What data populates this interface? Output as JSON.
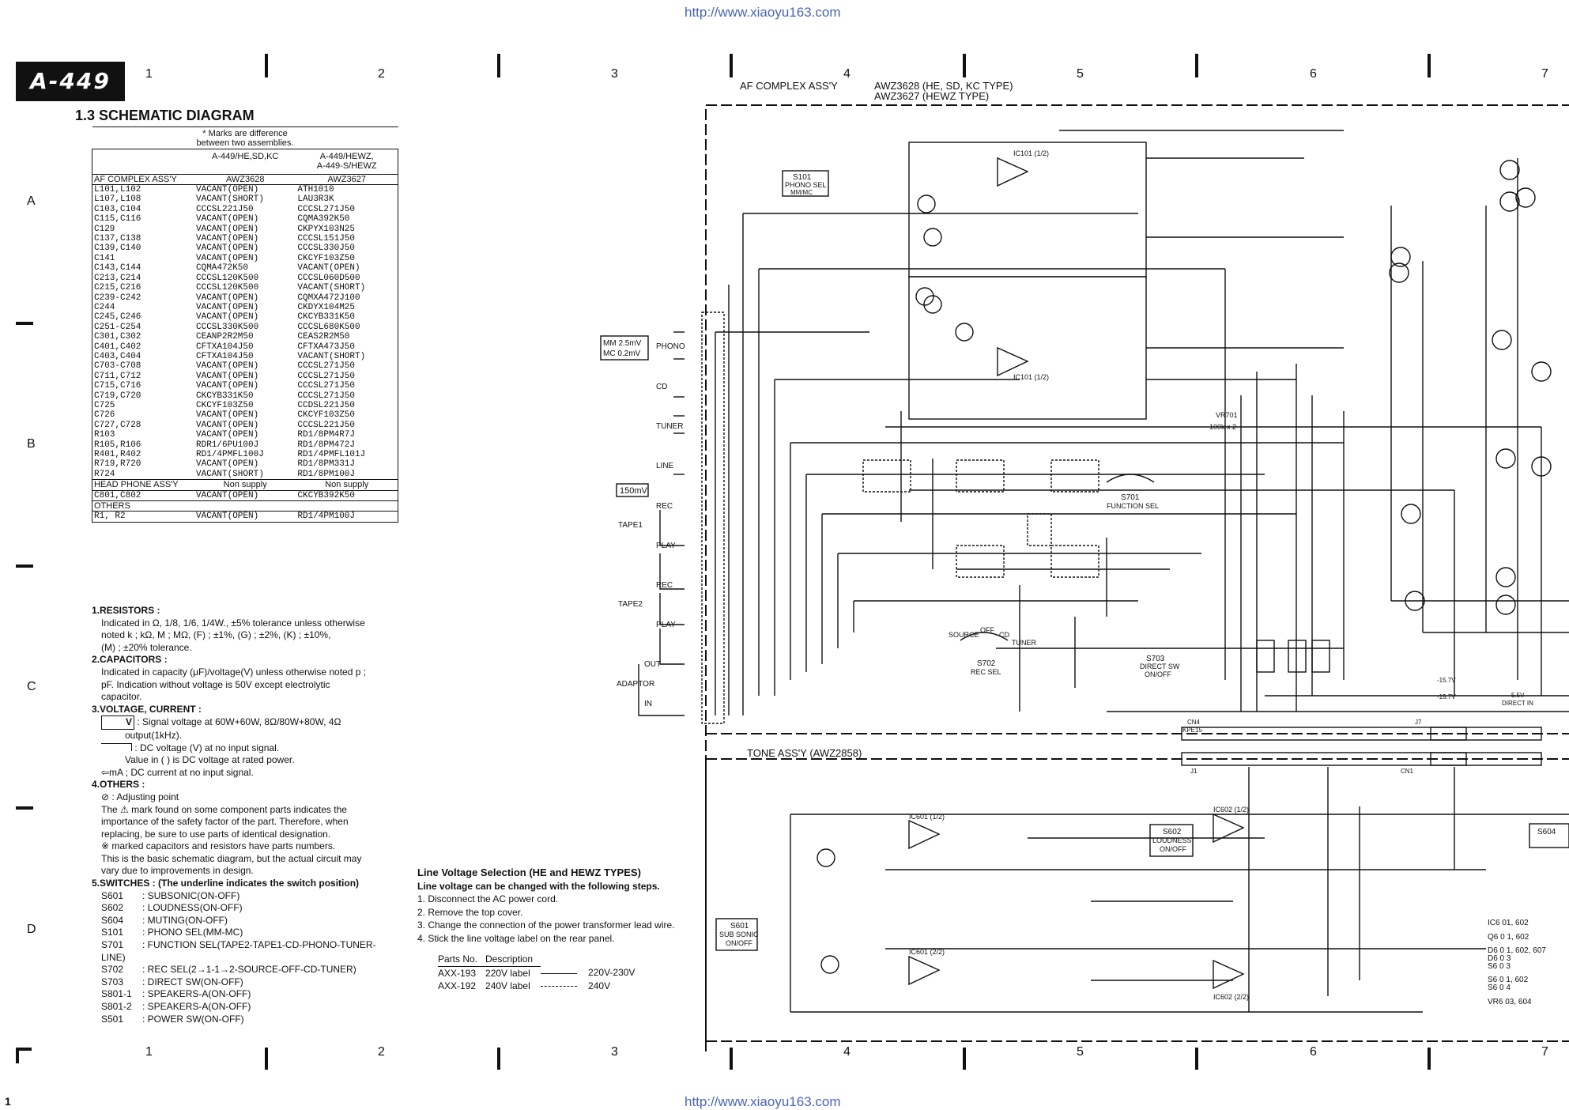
{
  "watermark_url": "http://www.xiaoyu163.com",
  "model_badge": "A-449",
  "page_number": "1",
  "column_numbers": [
    "1",
    "2",
    "3",
    "4",
    "5",
    "6",
    "7"
  ],
  "row_letters": [
    "A",
    "B",
    "C",
    "D"
  ],
  "section_title": "1.3 SCHEMATIC DIAGRAM",
  "parts_table": {
    "mark_note_line1": "* Marks are difference",
    "mark_note_line2": "between two assemblies.",
    "col1_header": "A-449/HE,SD,KC",
    "col2_header_line1": "A-449/HEWZ,",
    "col2_header_line2": "A-449-S/HEWZ",
    "sections": [
      {
        "title": "AF COMPLEX ASS'Y",
        "c1": "AWZ3628",
        "c2": "AWZ3627",
        "rows": [
          [
            "L101,L102",
            "VACANT(OPEN)",
            "ATH1010"
          ],
          [
            "L107,L108",
            "VACANT(SHORT)",
            "LAU3R3K"
          ],
          [
            "",
            "",
            ""
          ],
          [
            "C103,C104",
            "CCCSL221J50",
            "CCCSL271J50"
          ],
          [
            "C115,C116",
            "VACANT(OPEN)",
            "CQMA392K50"
          ],
          [
            "C129",
            "VACANT(OPEN)",
            "CKPYX103N25"
          ],
          [
            "C137,C138",
            "VACANT(OPEN)",
            "CCCSL151J50"
          ],
          [
            "",
            "",
            ""
          ],
          [
            "C139,C140",
            "VACANT(OPEN)",
            "CCCSL330J50"
          ],
          [
            "C141",
            "VACANT(OPEN)",
            "CKCYF103Z50"
          ],
          [
            "C143,C144",
            "CQMA472K50",
            "VACANT(OPEN)"
          ],
          [
            "C213,C214",
            "CCCSL120K500",
            "CCCSL060D500"
          ],
          [
            "C215,C216",
            "CCCSL120K500",
            "VACANT(SHORT)"
          ],
          [
            "",
            "",
            ""
          ],
          [
            "C239-C242",
            "VACANT(OPEN)",
            "CQMXA472J100"
          ],
          [
            "C244",
            "VACANT(OPEN)",
            "CKDYX104M25"
          ],
          [
            "C245,C246",
            "VACANT(OPEN)",
            "CKCYB331K50"
          ],
          [
            "C251-C254",
            "CCCSL330K500",
            "CCCSL680K500"
          ],
          [
            "C301,C302",
            "CEANP2R2M50",
            "CEAS2R2M50"
          ],
          [
            "",
            "",
            ""
          ],
          [
            "C401,C402",
            "CFTXA104J50",
            "CFTXA473J50"
          ],
          [
            "C403,C404",
            "CFTXA104J50",
            "VACANT(SHORT)"
          ],
          [
            "C703-C708",
            "VACANT(OPEN)",
            "CCCSL271J50"
          ],
          [
            "C711,C712",
            "VACANT(OPEN)",
            "CCCSL271J50"
          ],
          [
            "C715,C716",
            "VACANT(OPEN)",
            "CCCSL271J50"
          ],
          [
            "",
            "",
            ""
          ],
          [
            "C719,C720",
            "CKCYB331K50",
            "CCCSL271J50"
          ],
          [
            "C725",
            "CKCYF103Z50",
            "CCDSL221J50"
          ],
          [
            "C726",
            "VACANT(OPEN)",
            "CKCYF103Z50"
          ],
          [
            "C727,C728",
            "VACANT(OPEN)",
            "CCCSL221J50"
          ],
          [
            "",
            "",
            ""
          ],
          [
            "R103",
            "VACANT(OPEN)",
            "RD1/8PM4R7J"
          ],
          [
            "R105,R106",
            "RDR1/6PU100J",
            "RD1/8PM472J"
          ],
          [
            "R401,R402",
            "RD1/4PMFL100J",
            "RD1/4PMFL101J"
          ],
          [
            "R719,R720",
            "VACANT(OPEN)",
            "RD1/8PM331J"
          ],
          [
            "R724",
            "VACANT(SHORT)",
            "RD1/8PM100J"
          ]
        ]
      },
      {
        "title": "HEAD PHONE ASS'Y",
        "c1": "Non supply",
        "c2": "Non supply",
        "rows": [
          [
            "C801,C802",
            "VACANT(OPEN)",
            "CKCYB392K50"
          ]
        ]
      },
      {
        "title": "OTHERS",
        "c1": "",
        "c2": "",
        "rows": [
          [
            "R1, R2",
            "VACANT(OPEN)",
            "RD1/4PM100J"
          ]
        ]
      }
    ]
  },
  "notes": {
    "resistors_h": "1.RESISTORS :",
    "resistors_l1": "Indicated in Ω, 1/8, 1/6, 1/4W., ±5% tolerance unless otherwise",
    "resistors_l2": "noted k ; kΩ, M ; MΩ, (F) ; ±1%, (G) ; ±2%, (K) ; ±10%,",
    "resistors_l3": "(M) ; ±20% tolerance.",
    "capacitors_h": "2.CAPACITORS :",
    "capacitors_l1": "Indicated in capacity (μF)/voltage(V) unless otherwise noted p ;",
    "capacitors_l2": "pF. Indication without voltage is 50V except electrolytic",
    "capacitors_l3": "capacitor.",
    "voltage_h": "3.VOLTAGE, CURRENT :",
    "voltage_box": "V",
    "voltage_l1": ": Signal voltage at 60W+60W, 8Ω/80W+80W, 4Ω",
    "voltage_l2": "output(1kHz).",
    "voltage_l3": ": DC voltage (V) at no input signal.",
    "voltage_l4": "Value in ( ) is DC voltage at rated power.",
    "voltage_l5": "⇦mA ; DC current at no input signal.",
    "others_h": "4.OTHERS :",
    "others_l1": "⊘ : Adjusting point",
    "others_l2": "The ⚠ mark found on some component parts indicates the",
    "others_l3": "importance of the safety factor of the part. Therefore, when",
    "others_l4": "replacing, be sure to use parts of identical designation.",
    "others_l5": "※ marked capacitors and resistors have parts numbers.",
    "others_l6": "This is the basic schematic diagram, but the actual circuit may",
    "others_l7": "vary due to improvements in design.",
    "switches_h": "5.SWITCHES : (The underline indicates the switch position)",
    "switches": [
      [
        "S601",
        "SUBSONIC(ON-OFF)"
      ],
      [
        "S602",
        "LOUDNESS(ON-OFF)"
      ],
      [
        "S604",
        "MUTING(ON-OFF)"
      ],
      [
        "S101",
        "PHONO SEL(MM-MC)"
      ],
      [
        "S701",
        "FUNCTION SEL(TAPE2-TAPE1-CD-PHONO-TUNER-LINE)"
      ],
      [
        "S702",
        "REC SEL(2→1-1→2-SOURCE-OFF-CD-TUNER)"
      ],
      [
        "S703",
        "DIRECT SW(ON-OFF)"
      ],
      [
        "S801-1",
        "SPEAKERS-A(ON-OFF)"
      ],
      [
        "S801-2",
        "SPEAKERS-A(ON-OFF)"
      ],
      [
        "S501",
        "POWER SW(ON-OFF)"
      ]
    ]
  },
  "line_voltage": {
    "title": "Line Voltage Selection (HE and HEWZ TYPES)",
    "intro": "Line voltage can be changed with the following steps.",
    "steps": [
      "1. Disconnect the AC power cord.",
      "2. Remove the top cover.",
      "3. Change the connection of the power transformer lead wire.",
      "4. Stick the line voltage label on the rear panel."
    ],
    "th_parts": "Parts No.",
    "th_desc": "Description",
    "rows": [
      [
        "AXX-193",
        "220V label",
        "220V-230V"
      ],
      [
        "AXX-192",
        "240V label",
        "240V"
      ]
    ]
  },
  "schematic": {
    "af_title": "AF COMPLEX ASS'Y",
    "af_variant1": "AWZ3628 (HE, SD, KC TYPE)",
    "af_variant2": "AWZ3627 (HEWZ TYPE)",
    "tone_title": "TONE ASS'Y (AWZ2858)",
    "s101_label": "S101",
    "s101_sub": "PHONO SEL",
    "s101_pos": "MM/MC",
    "phono_l1": "MM 2.5mV",
    "phono_l2": "MC 0.2mV",
    "tape_level": "150mV",
    "inputs": [
      "PHONO",
      "CD",
      "TUNER",
      "LINE",
      "REC",
      "PLAY",
      "REC",
      "PLAY",
      "OUT",
      "IN"
    ],
    "tape1": "TAPE1",
    "tape2": "TAPE2",
    "adaptor": "ADAPTOR",
    "s701": "S701",
    "s701_sub": "FUNCTION SEL",
    "s702": "S702",
    "s702_sub": "REC SEL",
    "s702_source": "SOURCE",
    "s702_off": "OFF",
    "s702_cd": "CD",
    "s702_tuner": "TUNER",
    "s703": "S703",
    "s703_sub1": "DIRECT SW",
    "s703_sub2": "ON/OFF",
    "s601": "S601",
    "s601_sub1": "SUB SONIC",
    "s601_sub2": "ON/OFF",
    "s602": "S602",
    "s602_sub1": "LOUDNESS",
    "s602_sub2": "ON/OFF",
    "s604": "S604",
    "vr701": "VR701",
    "vr701_sub": "100k x 2",
    "ic_labels": [
      "IC101 (1/2)",
      "IC101 (1/2)",
      "IC601 (1/2)",
      "IC601 (2/2)",
      "IC602 (1/2)",
      "IC602 (2/2)"
    ],
    "legend_lines": [
      "IC6 01, 602",
      "Q6 0 1, 602",
      "D6 0 1, 602, 607",
      "D6 0 3",
      "S6 0 3",
      "S6 0 1, 602",
      "S6 0 4",
      "VR6 03, 604"
    ],
    "voltage_tags": [
      "-15.7V",
      "-15.7V",
      "5.5V",
      "DIRECT IN"
    ],
    "connectors": [
      "CN4",
      "KPE15",
      "J1",
      "CN1",
      "J7"
    ]
  }
}
